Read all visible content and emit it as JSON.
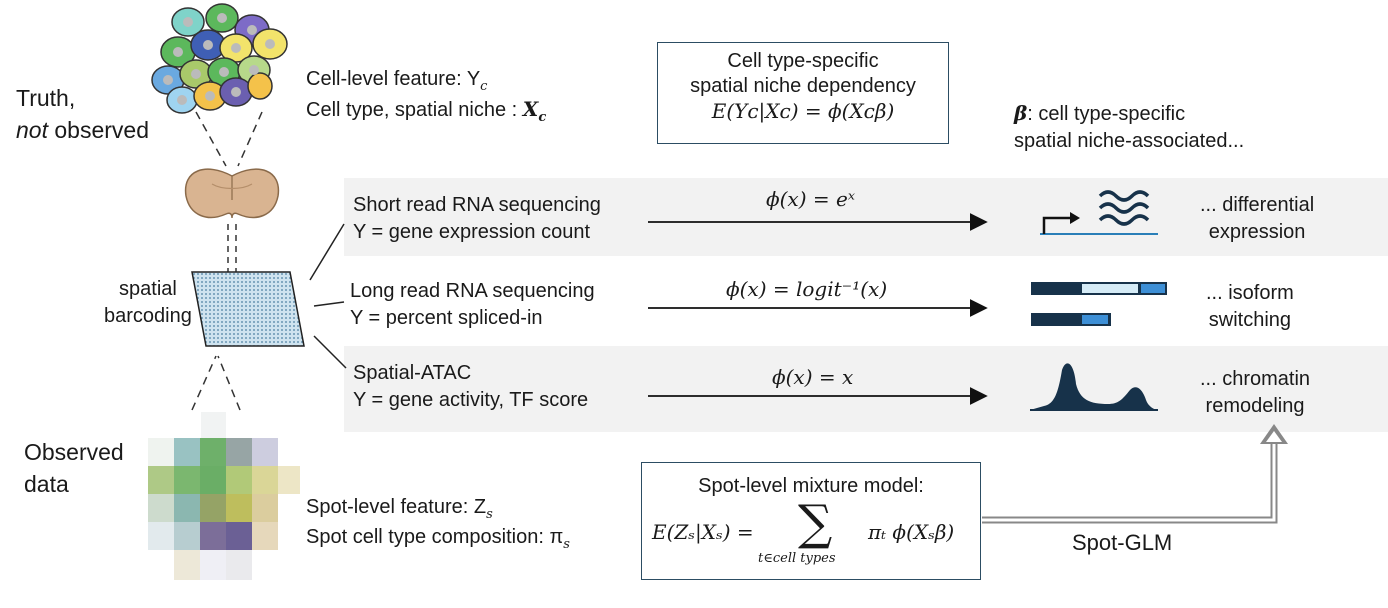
{
  "truth": {
    "line1": "Truth,",
    "line2_italic": "not",
    "line2_rest": " observed"
  },
  "cell_level": {
    "feature": "Cell-level feature: Y",
    "feature_sub": "c",
    "niche": "Cell type, spatial niche : ",
    "niche_sym": "X",
    "niche_sub": "c"
  },
  "dependency_box": {
    "line1": "Cell type-specific",
    "line2": "spatial niche dependency",
    "equation": "E(Yᴄ|Xᴄ) = ϕ(Xᴄβ)"
  },
  "beta_note": {
    "symbol": "β",
    "line1": ": cell type-specific",
    "line2": "spatial niche-associated..."
  },
  "barcoding": {
    "line1": "spatial",
    "line2": "barcoding"
  },
  "rows": [
    {
      "title": "Short read RNA sequencing",
      "y_label": "Y = gene expression count",
      "phi": "ϕ(x) = eˣ",
      "result1": "... differential",
      "result2": "expression",
      "icon": "transcription-icon"
    },
    {
      "title": "Long read RNA sequencing",
      "y_label": "Y = percent spliced-in",
      "phi": "ϕ(x) = logit⁻¹(x)",
      "result1": "... isoform",
      "result2": "switching",
      "icon": "isoform-icon"
    },
    {
      "title": "Spatial-ATAC",
      "y_label": "Y = gene activity, TF score",
      "phi": "ϕ(x) = x",
      "result1": "... chromatin",
      "result2": "remodeling",
      "icon": "chromatin-peak-icon"
    }
  ],
  "observed": {
    "line1": "Observed",
    "line2": "data"
  },
  "spot_level": {
    "feature": "Spot-level feature: Z",
    "feature_sub": "s",
    "composition": "Spot cell type composition: π",
    "composition_sub": "s"
  },
  "mixture_box": {
    "title": "Spot-level  mixture model:",
    "lhs": "E(Zₛ|Xₛ) = ",
    "sum_symbol": "∑",
    "sum_sub": "t∈cell types",
    "rhs": "πₜ ϕ(Xₛβ)"
  },
  "spot_glm": "Spot-GLM",
  "colors": {
    "box_border": "#2c4d63",
    "band": "#f2f2f2",
    "icon_dark": "#17324a",
    "icon_light": "#cfe6f3",
    "icon_mid": "#3d8fd6"
  }
}
